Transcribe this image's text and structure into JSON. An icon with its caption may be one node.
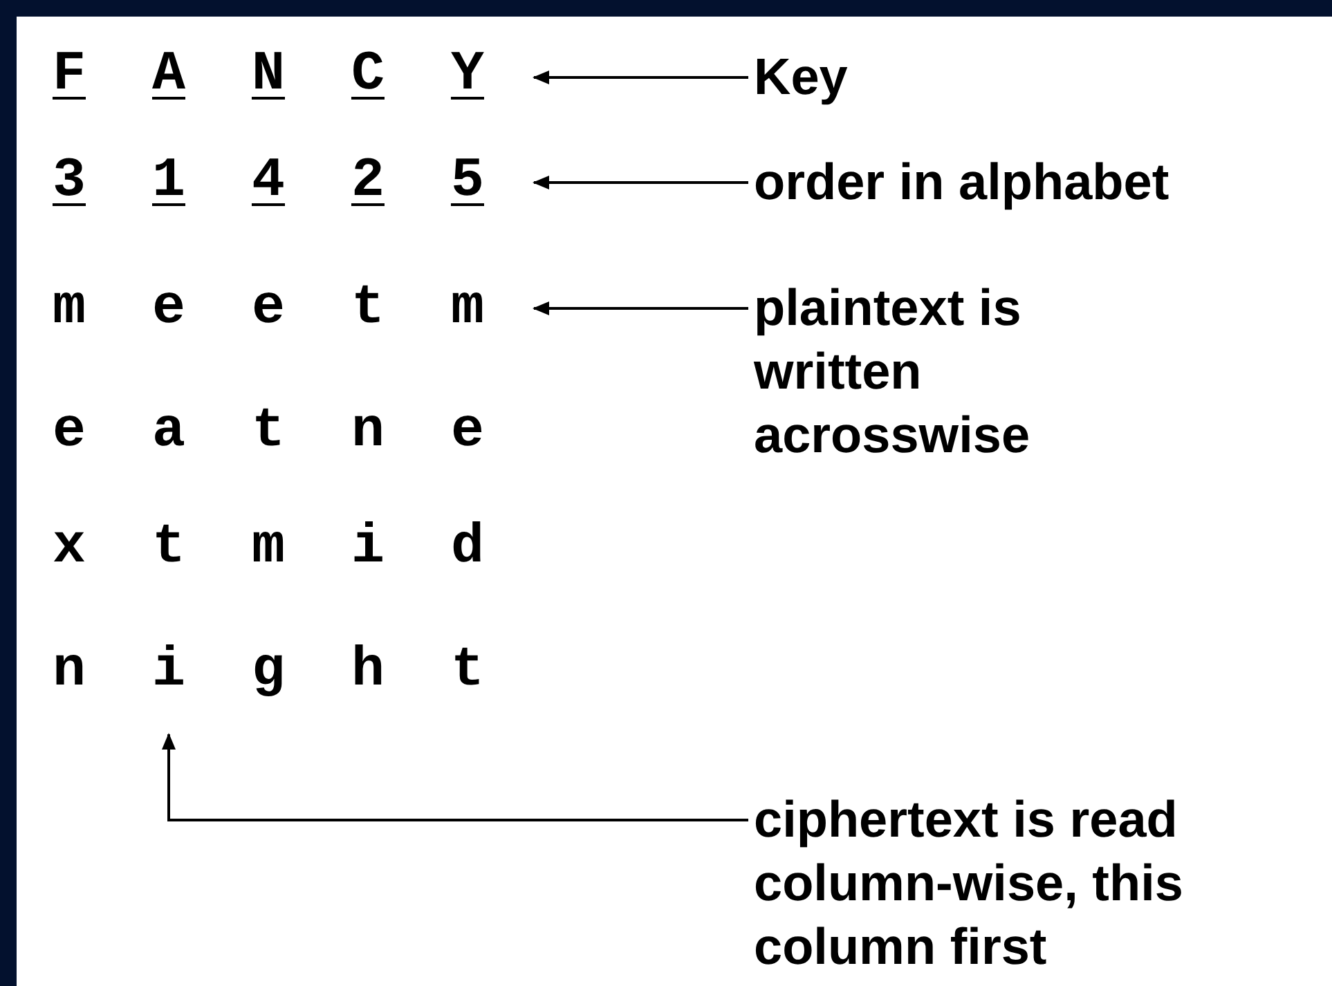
{
  "diagram": {
    "nodes": [
      {
        "text": [
          "F",
          "A",
          "N",
          "C",
          "Y"
        ]
      },
      {
        "text": [
          "3",
          "1",
          "4",
          "2",
          "5"
        ]
      },
      {
        "text": [
          "m",
          "e",
          "e",
          "t",
          "m"
        ]
      },
      {
        "text": [
          "e",
          "a",
          "t",
          "n",
          "e"
        ]
      },
      {
        "text": [
          "x",
          "t",
          "m",
          "i",
          "d"
        ]
      },
      {
        "text": [
          "n",
          "i",
          "g",
          "h",
          "t"
        ]
      },
      {
        "text": [
          "Key"
        ]
      },
      {
        "text": [
          "order in alphabet"
        ]
      },
      {
        "text": [
          "plaintext is written acrosswise"
        ]
      },
      {
        "text": [
          "ciphertext is read column-wise, this column first"
        ]
      }
    ],
    "edges": [
      {
        "from": 6,
        "to": 0,
        "arrow": "to"
      },
      {
        "from": 7,
        "to": 1,
        "arrow": "to"
      },
      {
        "from": 8,
        "to": 2,
        "arrow": "to"
      },
      {
        "from": 9,
        "to": 5,
        "arrow": "to"
      }
    ]
  }
}
